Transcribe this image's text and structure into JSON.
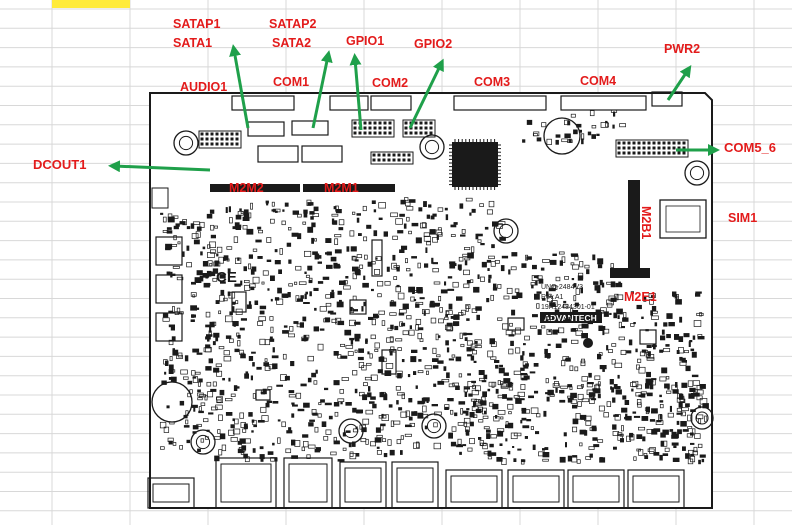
{
  "colors": {
    "label": "#e31b1b",
    "arrow": "#1fa04a",
    "grid": "#d8d8d8",
    "board": "#1a1a1a",
    "highlight": "#ffeb3b"
  },
  "labels": {
    "satap1": "SATAP1",
    "sata1": "SATA1",
    "satap2": "SATAP2",
    "sata2": "SATA2",
    "gpio1": "GPIO1",
    "gpio2": "GPIO2",
    "pwr2": "PWR2",
    "audio1": "AUDIO1",
    "com1": "COM1",
    "com2": "COM2",
    "com3": "COM3",
    "com4": "COM4",
    "dcout1": "DCOUT1",
    "com5_6": "COM5_6",
    "m2m2": "M2M2",
    "m2m1": "M2M1",
    "m2b1": "M2B1",
    "sim1": "SIM1",
    "m2e1": "M2E1"
  },
  "board_text": {
    "model": "UNO-2484V3",
    "rev": "Rev.A1",
    "part": "19A12484301-01",
    "brand": "ADVANTECH",
    "ce": "CE"
  }
}
